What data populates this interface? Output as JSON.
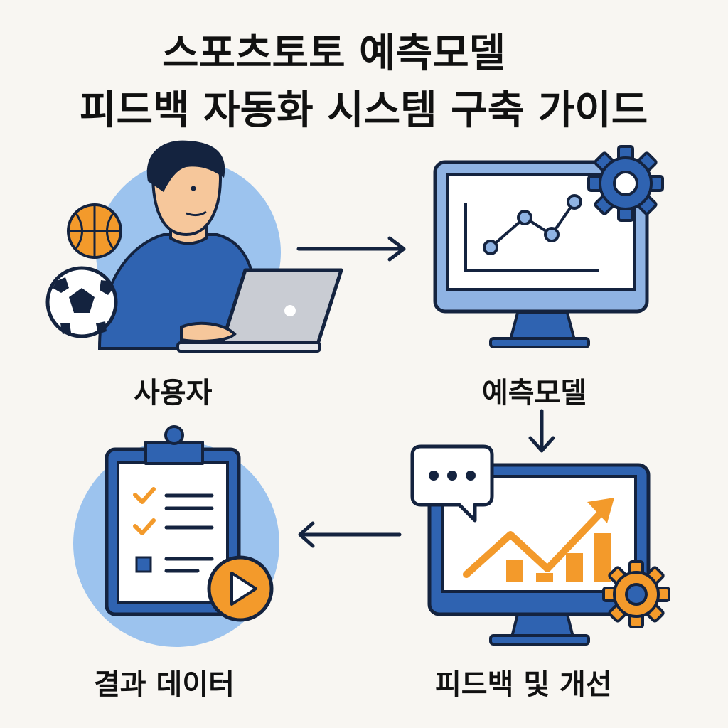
{
  "title": {
    "line1": "스포츠토토 예측모델",
    "line2": "피드백 자동화 시스템 구축 가이드"
  },
  "nodes": {
    "user": "사용자",
    "model": "예측모델",
    "result": "결과 데이터",
    "feedback": "피드백 및 개선"
  },
  "colors": {
    "background": "#f8f6f2",
    "primary_blue": "#2f63b1",
    "light_blue": "#9cc3ee",
    "orange": "#f39a2b",
    "outline": "#14233f"
  },
  "icons": {
    "user_scene": "person-with-laptop",
    "basketball": "basketball-icon",
    "soccer": "soccer-ball-icon",
    "model_monitor": "monitor-line-chart",
    "gear": "gear-icon",
    "clipboard": "clipboard-checklist",
    "play": "play-icon",
    "chat": "chat-bubble-icon",
    "growth_chart": "growth-chart-icon"
  }
}
